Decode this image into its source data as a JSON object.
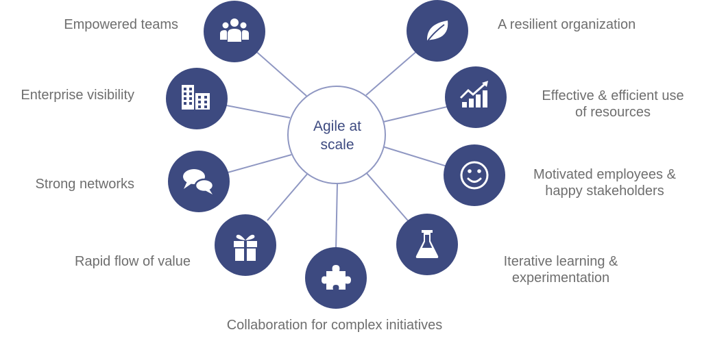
{
  "hub": {
    "line1": "Agile at",
    "line2": "scale"
  },
  "colors": {
    "node": "#3d4a80",
    "line": "#8f97c2",
    "text": "#6e6e6e",
    "hub_text": "#3d4a80"
  },
  "nodes": [
    {
      "id": "empowered-teams",
      "icon": "people-icon",
      "lines": [
        "Empowered teams"
      ]
    },
    {
      "id": "enterprise-visibility",
      "icon": "building-icon",
      "lines": [
        "Enterprise visibility"
      ]
    },
    {
      "id": "strong-networks",
      "icon": "speech-bubbles-icon",
      "lines": [
        "Strong networks"
      ]
    },
    {
      "id": "rapid-flow",
      "icon": "gift-icon",
      "lines": [
        "Rapid flow of value"
      ]
    },
    {
      "id": "collaboration",
      "icon": "puzzle-piece-icon",
      "lines": [
        "Collaboration for complex initiatives"
      ]
    },
    {
      "id": "iterative-learning",
      "icon": "flask-icon",
      "lines": [
        "Iterative learning &",
        "experimentation"
      ]
    },
    {
      "id": "motivated-employees",
      "icon": "smiley-icon",
      "lines": [
        "Motivated employees &",
        "happy stakeholders"
      ]
    },
    {
      "id": "effective-use",
      "icon": "growth-chart-icon",
      "lines": [
        "Effective & efficient use",
        "of resources"
      ]
    },
    {
      "id": "resilient-org",
      "icon": "leaf-icon",
      "lines": [
        "A resilient organization"
      ]
    }
  ]
}
